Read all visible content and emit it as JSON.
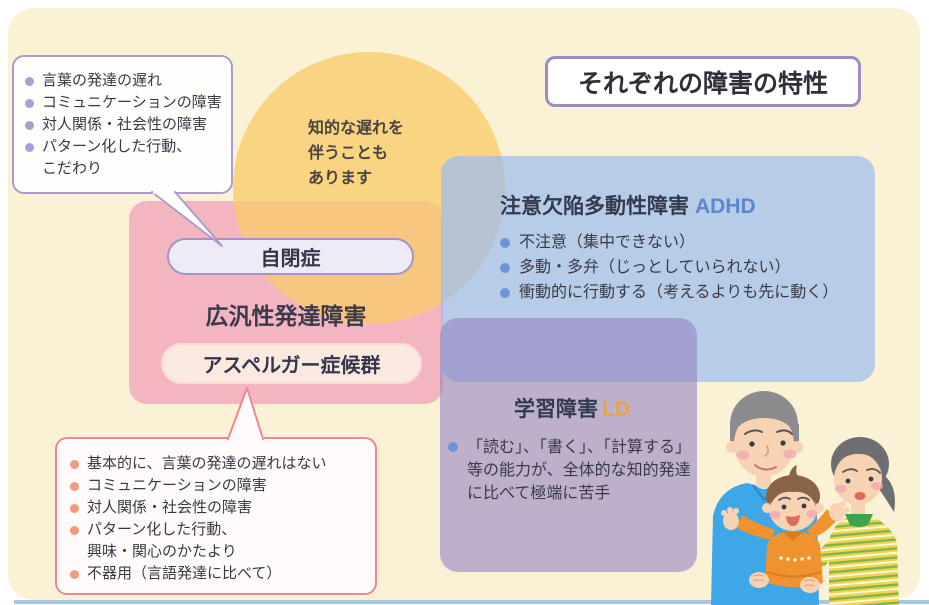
{
  "page": {
    "title": "それぞれの障害の特性"
  },
  "note_circle": {
    "lines": [
      "知的な遅れを",
      "伴うことも",
      "あります"
    ]
  },
  "pdd": {
    "label": "広汎性発達障害",
    "autism_label": "自閉症",
    "asperger_label": "アスペルガー症候群"
  },
  "adhd": {
    "title": "注意欠陥多動性障害",
    "abbr": "ADHD",
    "bullets": [
      "不注意（集中できない）",
      "多動・多弁（じっとしていられない）",
      "衝動的に行動する（考えるよりも先に動く）"
    ]
  },
  "ld": {
    "title": "学習障害",
    "abbr": "LD",
    "bullet_lines": [
      "「読む」、「書く」、「計算する」",
      "等の能力が、全体的な知的発達",
      "に比べて極端に苦手"
    ]
  },
  "autism_callout": {
    "lines": [
      "言葉の発達の遅れ",
      "コミュニケーションの障害",
      "対人関係・社会性の障害",
      "パターン化した行動、",
      "こだわり"
    ]
  },
  "asperger_callout": {
    "lines": [
      "基本的に、言葉の発達の遅れはない",
      "コミュニケーションの障害",
      "対人関係・社会性の障害",
      "パターン化した行動、",
      "興味・関心のかたより",
      "不器用（言語発達に比べて）"
    ]
  },
  "colors": {
    "page_background": "#FBF2D5",
    "pdd_region": "#F3B6C1",
    "intellectual_circle": "#F7CC6E",
    "adhd_region": "#9DBCEF",
    "ld_region": "#9684C5",
    "adhd_abbr": "#5E86CD",
    "ld_abbr": "#E8A53E",
    "autism_callout_border": "#AC9CCB",
    "asperger_callout_border": "#EE8793",
    "bottom_rule": "#A9C6E3"
  }
}
